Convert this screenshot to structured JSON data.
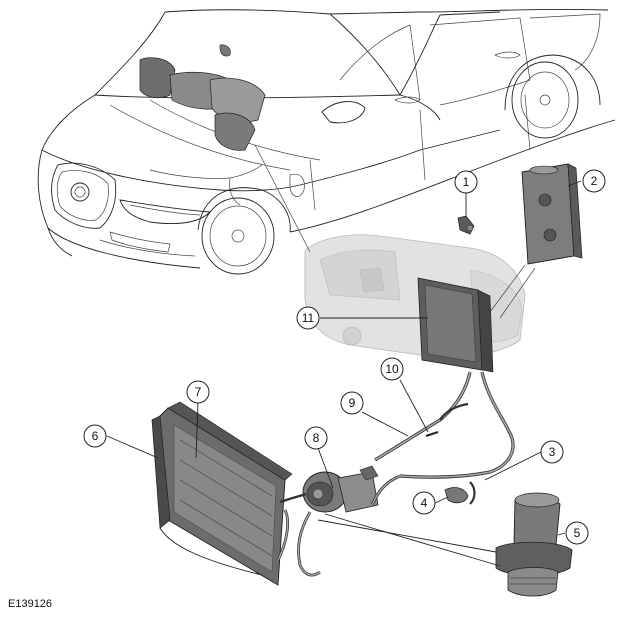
{
  "figure_id": "E139126",
  "callouts": [
    {
      "id": "c1",
      "label": "1"
    },
    {
      "id": "c2",
      "label": "2"
    },
    {
      "id": "c3",
      "label": "3"
    },
    {
      "id": "c4",
      "label": "4"
    },
    {
      "id": "c5",
      "label": "5"
    },
    {
      "id": "c6",
      "label": "6"
    },
    {
      "id": "c7",
      "label": "7"
    },
    {
      "id": "c8",
      "label": "8"
    },
    {
      "id": "c9",
      "label": "9"
    },
    {
      "id": "c10",
      "label": "10"
    },
    {
      "id": "c11",
      "label": "11"
    }
  ]
}
